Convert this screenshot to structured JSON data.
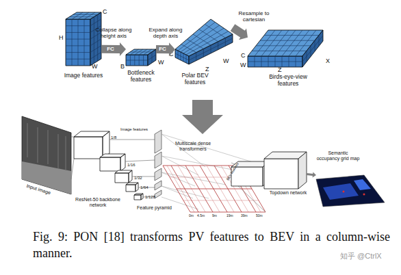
{
  "diagram": {
    "caption": "Fig. 9: PON [18] transforms PV features to BEV in a column-wise manner.",
    "nodes": [
      {
        "text": [
          "Image features"
        ]
      },
      {
        "text": [
          "Bottleneck features"
        ]
      },
      {
        "text": [
          "Polar BEV features"
        ]
      },
      {
        "text": [
          "Birds-eye-view features"
        ]
      },
      {
        "text": [
          "Topdown network"
        ]
      },
      {
        "text": [
          "Semantic occupancy grid map"
        ]
      }
    ],
    "edges": [
      {
        "from": 0,
        "to": 1,
        "label": "FC",
        "arrow": "to"
      },
      {
        "from": 1,
        "to": 2,
        "label": "FC",
        "arrow": "to"
      },
      {
        "from": 2,
        "to": 3,
        "arrow": "to"
      },
      {
        "from": 4,
        "to": 5,
        "arrow": "to"
      }
    ],
    "labels": [
      "C",
      "H",
      "W",
      "Collapse along height axis",
      "B",
      "W",
      "Expand along depth axis",
      "C",
      "W",
      "Z",
      "Resample to cartesian",
      "C",
      "W",
      "Z",
      "X",
      "Input image",
      "1/8",
      "Image features",
      "1/16",
      "1/32",
      "1/64",
      "1/128",
      "ResNet-50 backbone network",
      "Multiscale dense transformers",
      "Feature pyramid",
      "BEV features",
      "0m",
      "4.5m",
      "9m",
      "19m",
      "39m",
      "50m",
      "知乎 @CtrlX"
    ]
  }
}
